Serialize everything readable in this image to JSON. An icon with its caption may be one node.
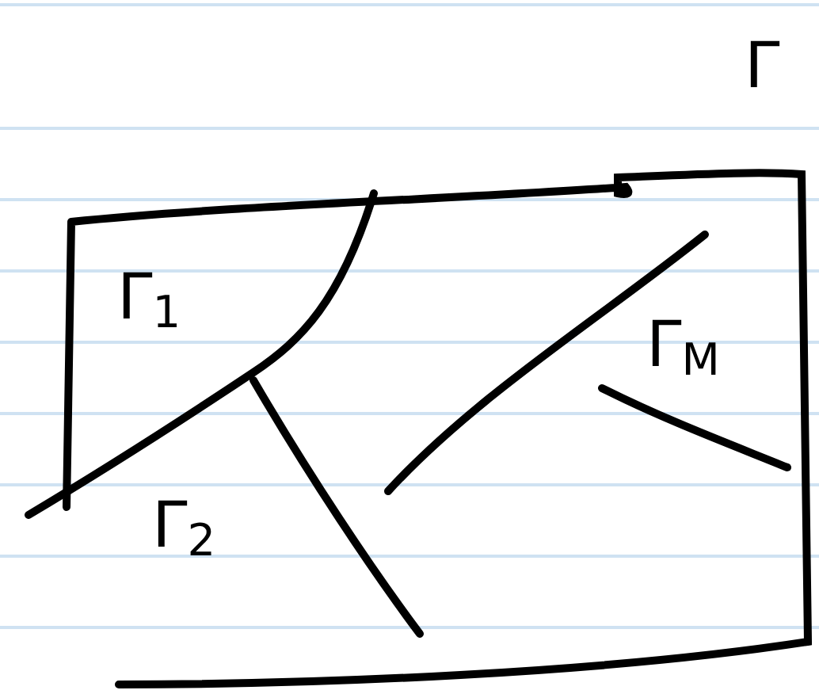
{
  "diagram": {
    "labels": [
      "Γ",
      "Γ$_{1}$",
      "Γ$_{2}$",
      "Γ$_{M}$"
    ]
  }
}
